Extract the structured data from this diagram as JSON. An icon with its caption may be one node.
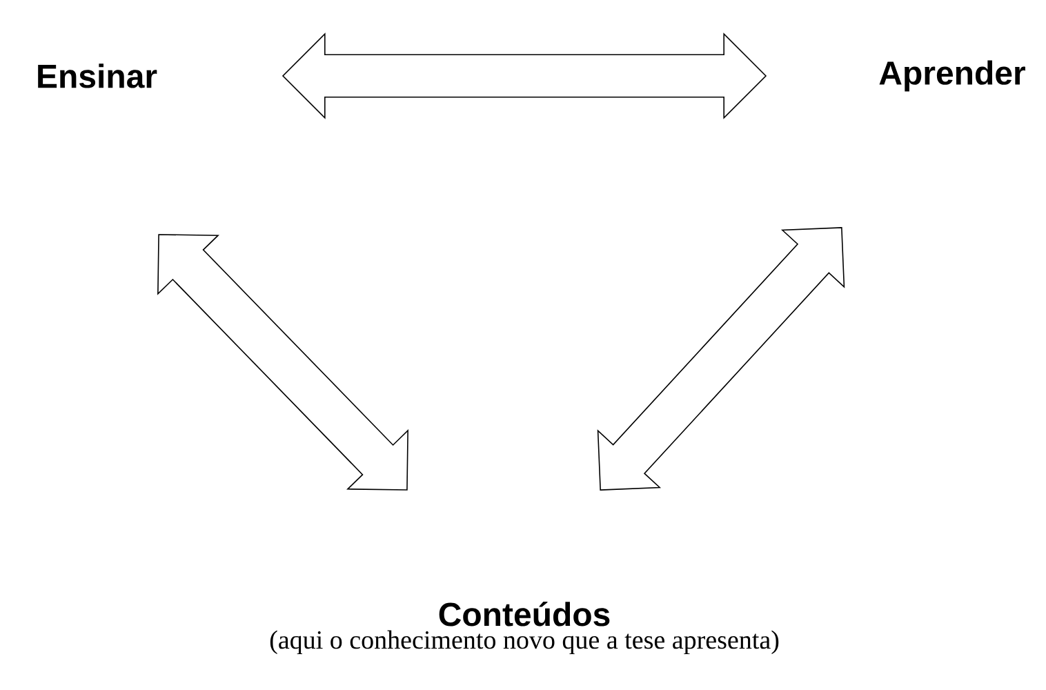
{
  "diagram": {
    "nodes": [
      {
        "text": [
          "Ensinar"
        ]
      },
      {
        "text": [
          "Aprender"
        ]
      },
      {
        "text": [
          "Conteúdos",
          "(aqui o conhecimento novo que a tese apresenta)"
        ]
      }
    ],
    "edges": [
      {
        "from": 0,
        "to": 1,
        "arrow": "both"
      },
      {
        "from": 0,
        "to": 2,
        "arrow": "both"
      },
      {
        "from": 1,
        "to": 2,
        "arrow": "both"
      }
    ]
  }
}
